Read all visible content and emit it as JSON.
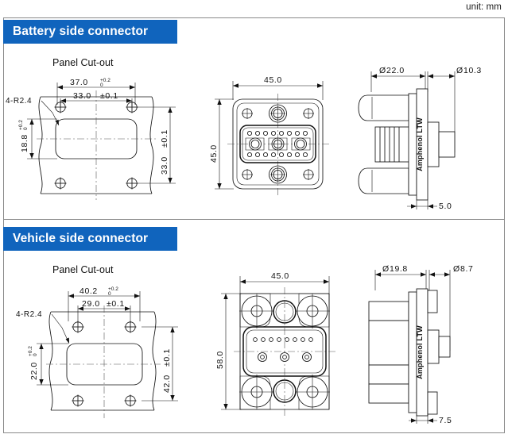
{
  "page": {
    "unit_note": "unit: mm",
    "brand_text": "Amphenol LTW"
  },
  "sections": [
    {
      "id": "battery",
      "banner_label": "Battery side connector",
      "cutout_title": "Panel Cut-out",
      "panel_cutout": {
        "width_dim": "37.0",
        "width_tol_upper": "+0.2",
        "width_tol_lower": "0",
        "hole_pitch_x": "33.0",
        "hole_pitch_x_tol": "±0.1",
        "opening_height": "18.8",
        "opening_height_tol_upper": "+0.2",
        "opening_height_tol_lower": "0",
        "hole_pitch_y": "33.0",
        "hole_pitch_y_tol": "±0.1",
        "corner_radius_note": "4-R2.4"
      },
      "front_view": {
        "width": "45.0",
        "height": "45.0"
      },
      "side_view": {
        "dim_a": "22.0",
        "dim_b": "10.3",
        "dim_c": "5.0",
        "dia_symbol_a": "Ø",
        "dia_symbol_b": "Ø"
      }
    },
    {
      "id": "vehicle",
      "banner_label": "Vehicle side connector",
      "cutout_title": "Panel Cut-out",
      "panel_cutout": {
        "width_dim": "40.2",
        "width_tol_upper": "+0.2",
        "width_tol_lower": "0",
        "hole_pitch_x": "29.0",
        "hole_pitch_x_tol": "±0.1",
        "opening_height": "22.0",
        "opening_height_tol_upper": "+0.2",
        "opening_height_tol_lower": "0",
        "hole_pitch_y": "42.0",
        "hole_pitch_y_tol": "±0.1",
        "corner_radius_note": "4-R2.4"
      },
      "front_view": {
        "width": "45.0",
        "height": "58.0"
      },
      "side_view": {
        "dim_a": "19.8",
        "dim_b": "8.7",
        "dim_c": "7.5",
        "dia_symbol_a": "Ø",
        "dia_symbol_b": "Ø"
      }
    }
  ],
  "colors": {
    "banner_blue": "#1064bd",
    "line": "#111111",
    "frame": "#8a8a8a"
  }
}
